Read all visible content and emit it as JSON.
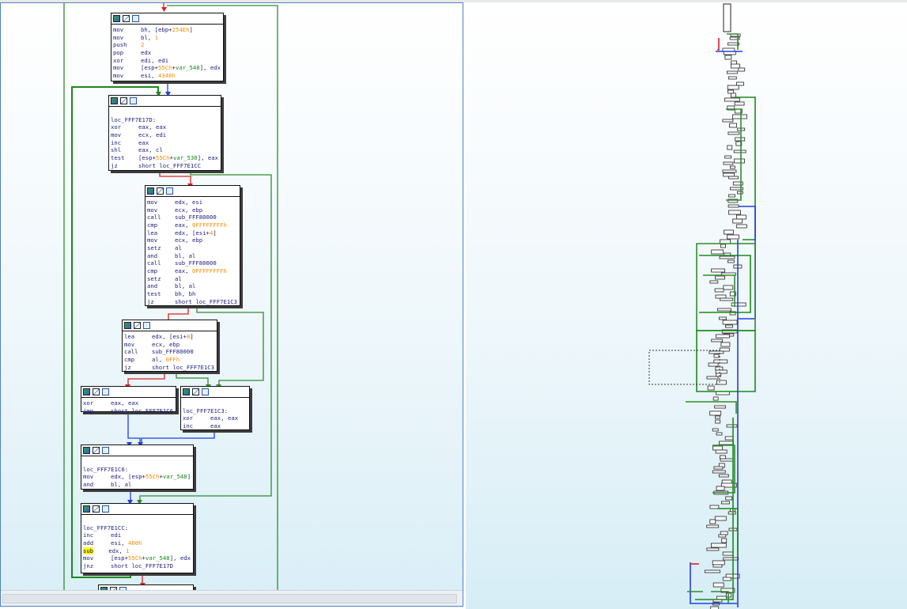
{
  "colors": {
    "true_branch": "#2e8b2e",
    "false_branch": "#e02020",
    "jump": "#2040e0",
    "immediate": "#f28c00",
    "stack_var": "#138a13",
    "mnemonic": "#1c1c7e",
    "selection_highlight": "#ffff00"
  },
  "icons": {
    "color_icon": "color-picker-icon",
    "edit_icon": "edit-node-icon",
    "graph_icon": "graph-view-icon"
  },
  "blocks": [
    {
      "id": "b1",
      "label": "",
      "lines": [
        [
          {
            "t": "mov",
            "c": "mn"
          },
          {
            "t": "bh, [ebp+",
            "c": "op"
          },
          {
            "t": "254Eh",
            "c": "num"
          },
          {
            "t": "]",
            "c": "op"
          }
        ],
        [
          {
            "t": "mov",
            "c": "mn"
          },
          {
            "t": "bl, ",
            "c": "op"
          },
          {
            "t": "1",
            "c": "num"
          }
        ],
        [
          {
            "t": "push",
            "c": "mn"
          },
          {
            "t": "2",
            "c": "num"
          }
        ],
        [
          {
            "t": "pop",
            "c": "mn"
          },
          {
            "t": "edx",
            "c": "op"
          }
        ],
        [
          {
            "t": "xor",
            "c": "mn"
          },
          {
            "t": "edi, edi",
            "c": "op"
          }
        ],
        [
          {
            "t": "mov",
            "c": "mn"
          },
          {
            "t": "[esp+",
            "c": "op"
          },
          {
            "t": "55Ch",
            "c": "num"
          },
          {
            "t": "+",
            "c": "op"
          },
          {
            "t": "var_548",
            "c": "var"
          },
          {
            "t": "], edx",
            "c": "op"
          }
        ],
        [
          {
            "t": "mov",
            "c": "mn"
          },
          {
            "t": "esi, ",
            "c": "op"
          },
          {
            "t": "4340h",
            "c": "num"
          }
        ]
      ]
    },
    {
      "id": "b2",
      "label": "loc_FFF7E17D:",
      "lines": [
        [
          {
            "t": "xor",
            "c": "mn"
          },
          {
            "t": "eax, eax",
            "c": "op"
          }
        ],
        [
          {
            "t": "mov",
            "c": "mn"
          },
          {
            "t": "ecx, edi",
            "c": "op"
          }
        ],
        [
          {
            "t": "inc",
            "c": "mn"
          },
          {
            "t": "eax",
            "c": "op"
          }
        ],
        [
          {
            "t": "shl",
            "c": "mn"
          },
          {
            "t": "eax, cl",
            "c": "op"
          }
        ],
        [
          {
            "t": "test",
            "c": "mn"
          },
          {
            "t": "[esp+",
            "c": "op"
          },
          {
            "t": "55Ch",
            "c": "num"
          },
          {
            "t": "+",
            "c": "op"
          },
          {
            "t": "var_530",
            "c": "var"
          },
          {
            "t": "], eax",
            "c": "op"
          }
        ],
        [
          {
            "t": "jz",
            "c": "mn"
          },
          {
            "t": "short loc_FFF7E1CC",
            "c": "op"
          }
        ]
      ]
    },
    {
      "id": "b3",
      "label": "",
      "lines": [
        [
          {
            "t": "mov",
            "c": "mn"
          },
          {
            "t": "edx, esi",
            "c": "op"
          }
        ],
        [
          {
            "t": "mov",
            "c": "mn"
          },
          {
            "t": "ecx, ebp",
            "c": "op"
          }
        ],
        [
          {
            "t": "call",
            "c": "mn"
          },
          {
            "t": "sub_FFF80000",
            "c": "op"
          }
        ],
        [
          {
            "t": "cmp",
            "c": "mn"
          },
          {
            "t": "eax, ",
            "c": "op"
          },
          {
            "t": "0FFFFFFFFh",
            "c": "num"
          }
        ],
        [
          {
            "t": "lea",
            "c": "mn"
          },
          {
            "t": "edx, [esi+",
            "c": "op"
          },
          {
            "t": "4",
            "c": "num"
          },
          {
            "t": "]",
            "c": "op"
          }
        ],
        [
          {
            "t": "mov",
            "c": "mn"
          },
          {
            "t": "ecx, ebp",
            "c": "op"
          }
        ],
        [
          {
            "t": "setz",
            "c": "mn"
          },
          {
            "t": "al",
            "c": "op"
          }
        ],
        [
          {
            "t": "and",
            "c": "mn"
          },
          {
            "t": "bl, al",
            "c": "op"
          }
        ],
        [
          {
            "t": "call",
            "c": "mn"
          },
          {
            "t": "sub_FFF80000",
            "c": "op"
          }
        ],
        [
          {
            "t": "cmp",
            "c": "mn"
          },
          {
            "t": "eax, ",
            "c": "op"
          },
          {
            "t": "0FFFFFFFFh",
            "c": "num"
          }
        ],
        [
          {
            "t": "setz",
            "c": "mn"
          },
          {
            "t": "al",
            "c": "op"
          }
        ],
        [
          {
            "t": "and",
            "c": "mn"
          },
          {
            "t": "bl, al",
            "c": "op"
          }
        ],
        [
          {
            "t": "test",
            "c": "mn"
          },
          {
            "t": "bh, bh",
            "c": "op"
          }
        ],
        [
          {
            "t": "jz",
            "c": "mn"
          },
          {
            "t": "short loc_FFF7E1C3",
            "c": "op"
          }
        ]
      ]
    },
    {
      "id": "b4",
      "label": "",
      "lines": [
        [
          {
            "t": "lea",
            "c": "mn"
          },
          {
            "t": "edx, [esi+",
            "c": "op"
          },
          {
            "t": "8",
            "c": "num"
          },
          {
            "t": "]",
            "c": "op"
          }
        ],
        [
          {
            "t": "mov",
            "c": "mn"
          },
          {
            "t": "ecx, ebp",
            "c": "op"
          }
        ],
        [
          {
            "t": "call",
            "c": "mn"
          },
          {
            "t": "sub_FFF80000",
            "c": "op"
          }
        ],
        [
          {
            "t": "cmp",
            "c": "mn"
          },
          {
            "t": "al, ",
            "c": "op"
          },
          {
            "t": "0FFh",
            "c": "num"
          }
        ],
        [
          {
            "t": "jz",
            "c": "mn"
          },
          {
            "t": "short loc_FFF7E1C3",
            "c": "op"
          }
        ]
      ]
    },
    {
      "id": "b5",
      "label": "",
      "lines": [
        [
          {
            "t": "xor",
            "c": "mn"
          },
          {
            "t": "eax, eax",
            "c": "op"
          }
        ],
        [
          {
            "t": "jmp",
            "c": "mn"
          },
          {
            "t": "short loc_FFF7E1C6",
            "c": "op"
          }
        ]
      ]
    },
    {
      "id": "b6",
      "label": "loc_FFF7E1C3:",
      "lines": [
        [
          {
            "t": "xor",
            "c": "mn"
          },
          {
            "t": "eax, eax",
            "c": "op"
          }
        ],
        [
          {
            "t": "inc",
            "c": "mn"
          },
          {
            "t": "eax",
            "c": "op"
          }
        ]
      ]
    },
    {
      "id": "b7",
      "label": "loc_FFF7E1C6:",
      "lines": [
        [
          {
            "t": "mov",
            "c": "mn"
          },
          {
            "t": "edx, [esp+",
            "c": "op"
          },
          {
            "t": "55Ch",
            "c": "num"
          },
          {
            "t": "+",
            "c": "op"
          },
          {
            "t": "var_548",
            "c": "var"
          },
          {
            "t": "]",
            "c": "op"
          }
        ],
        [
          {
            "t": "and",
            "c": "mn"
          },
          {
            "t": "bl, al",
            "c": "op"
          }
        ]
      ]
    },
    {
      "id": "b8",
      "label": "loc_FFF7E1CC:",
      "lines": [
        [
          {
            "t": "inc",
            "c": "mn"
          },
          {
            "t": "edi",
            "c": "op"
          }
        ],
        [
          {
            "t": "add",
            "c": "mn"
          },
          {
            "t": "esi, ",
            "c": "op"
          },
          {
            "t": "400h",
            "c": "num"
          }
        ],
        [
          {
            "t": "sub",
            "c": "hl"
          },
          {
            "t": "edx, ",
            "c": "op"
          },
          {
            "t": "1",
            "c": "num"
          }
        ],
        [
          {
            "t": "mov",
            "c": "mn"
          },
          {
            "t": "[esp+",
            "c": "op"
          },
          {
            "t": "55Ch",
            "c": "num"
          },
          {
            "t": "+",
            "c": "op"
          },
          {
            "t": "var_548",
            "c": "var"
          },
          {
            "t": "], edx",
            "c": "op"
          }
        ],
        [
          {
            "t": "jnz",
            "c": "mn"
          },
          {
            "t": "short loc_FFF7E17D",
            "c": "op"
          }
        ]
      ]
    },
    {
      "id": "b9",
      "label": "",
      "lines": []
    }
  ]
}
